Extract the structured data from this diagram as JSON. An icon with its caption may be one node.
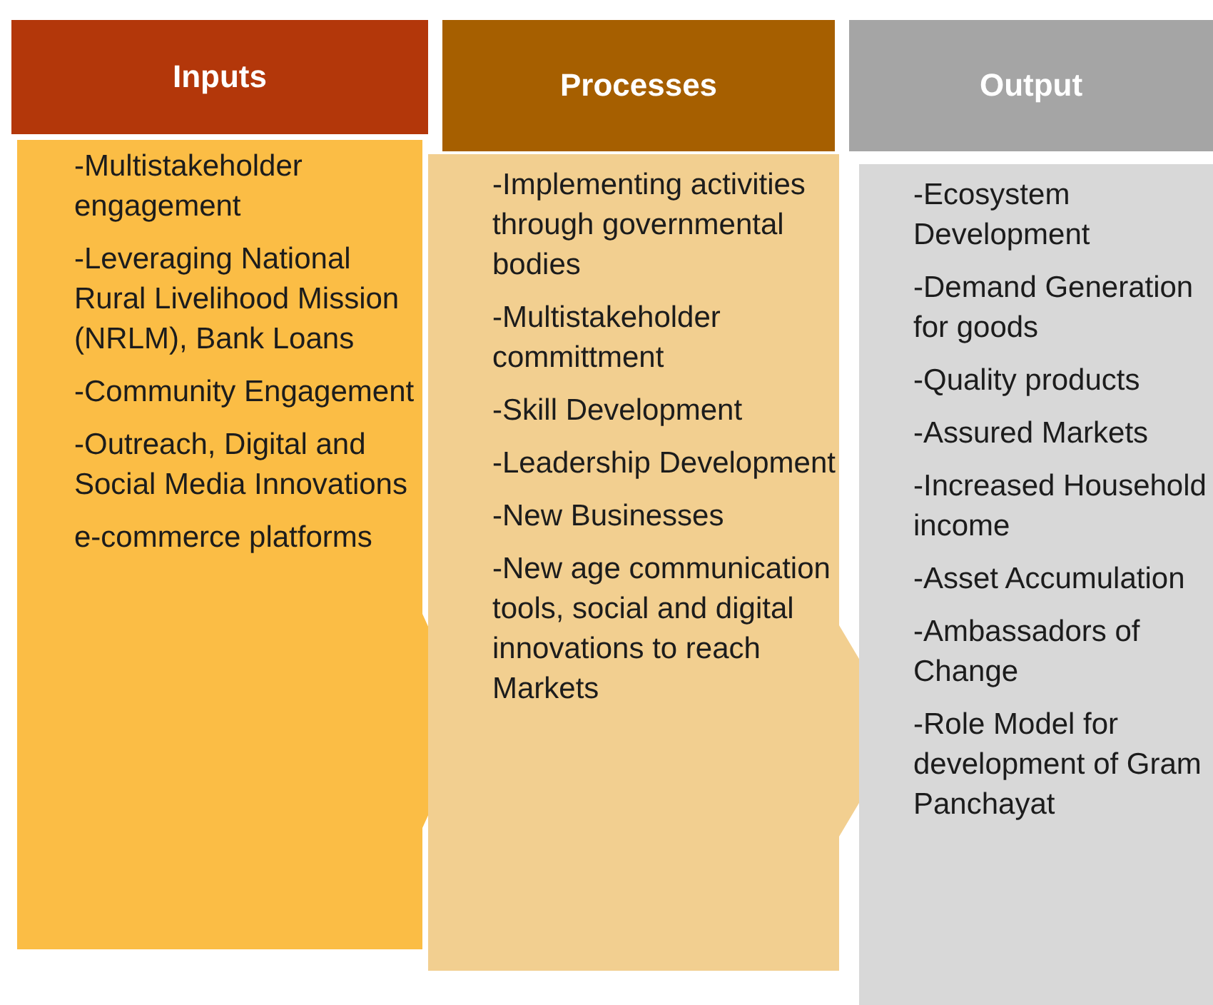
{
  "diagram": {
    "nodes": [
      {
        "text": [
          "Inputs"
        ]
      },
      {
        "text": [
          "Processes"
        ]
      },
      {
        "text": [
          "Output"
        ]
      },
      {
        "text": [
          "-Multistakeholder engagement",
          "-Leveraging National Rural Livelihood Mission (NRLM), Bank Loans",
          "-Community Engagement",
          "-Outreach, Digital and Social Media Innovations",
          "e-commerce platforms"
        ]
      },
      {
        "text": [
          "-Implementing activities through governmental bodies",
          "-Multistakeholder committment",
          "-Skill Development",
          "-Leadership Development",
          "-New Businesses",
          "-New age communication tools, social and digital innovations to reach Markets"
        ]
      },
      {
        "text": [
          "-Ecosystem Development",
          "-Demand Generation for goods",
          "-Quality products",
          "-Assured Markets",
          "-Increased Household income",
          "-Asset Accumulation",
          "-Ambassadors of Change",
          "-Role Model for development of Gram Panchayat"
        ]
      }
    ]
  }
}
